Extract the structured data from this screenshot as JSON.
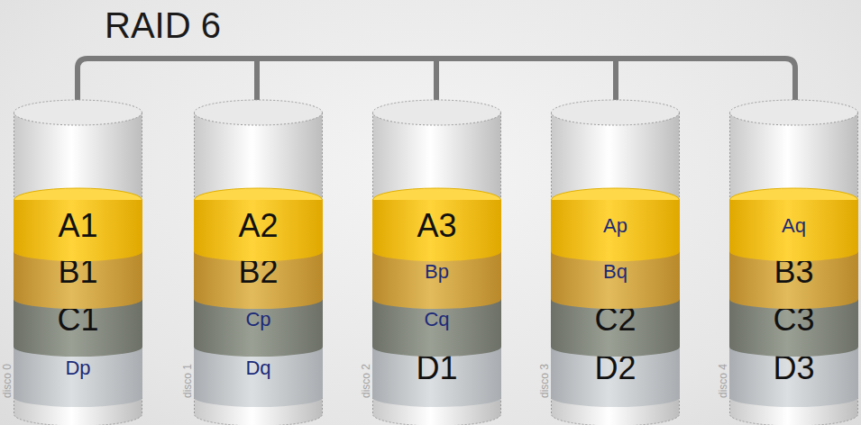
{
  "diagram": {
    "title": "RAID 6",
    "nodes": [
      {
        "text": [
          "disco 0"
        ]
      },
      {
        "text": [
          "A1"
        ],
        "in": 0
      },
      {
        "text": [
          "B1"
        ],
        "in": 0
      },
      {
        "text": [
          "C1"
        ],
        "in": 0
      },
      {
        "text": [
          "Dp"
        ],
        "in": 0
      },
      {
        "text": [
          "disco 1"
        ]
      },
      {
        "text": [
          "A2"
        ],
        "in": 5
      },
      {
        "text": [
          "B2"
        ],
        "in": 5
      },
      {
        "text": [
          "Cp"
        ],
        "in": 5
      },
      {
        "text": [
          "Dq"
        ],
        "in": 5
      },
      {
        "text": [
          "disco 2"
        ]
      },
      {
        "text": [
          "A3"
        ],
        "in": 10
      },
      {
        "text": [
          "Bp"
        ],
        "in": 10
      },
      {
        "text": [
          "Cq"
        ],
        "in": 10
      },
      {
        "text": [
          "D1"
        ],
        "in": 10
      },
      {
        "text": [
          "disco 3"
        ]
      },
      {
        "text": [
          "Ap"
        ],
        "in": 15
      },
      {
        "text": [
          "Bq"
        ],
        "in": 15
      },
      {
        "text": [
          "C2"
        ],
        "in": 15
      },
      {
        "text": [
          "D2"
        ],
        "in": 15
      },
      {
        "text": [
          "disco 4"
        ]
      },
      {
        "text": [
          "Aq"
        ],
        "in": 20
      },
      {
        "text": [
          "B3"
        ],
        "in": 20
      },
      {
        "text": [
          "C3"
        ],
        "in": 20
      },
      {
        "text": [
          "D3"
        ],
        "in": 20
      }
    ]
  }
}
